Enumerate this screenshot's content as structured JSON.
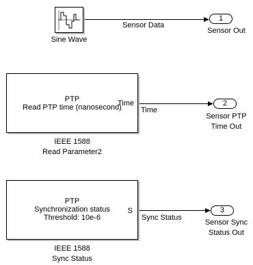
{
  "sine_block": {
    "label": "Sine Wave"
  },
  "signals": {
    "sensor_data": "Sensor Data",
    "time": "Time",
    "sync_status": "Sync Status"
  },
  "outports": [
    {
      "number": "1",
      "label_line1": "Sensor Out",
      "label_line2": ""
    },
    {
      "number": "2",
      "label_line1": "Sensor PTP",
      "label_line2": "Time Out"
    },
    {
      "number": "3",
      "label_line1": "Sensor Sync",
      "label_line2": "Status Out"
    }
  ],
  "ptp_read_block": {
    "title": "PTP",
    "description": "Read PTP time (nanosecond)",
    "port": "Time",
    "caption_line1": "IEEE 1588",
    "caption_line2": "Read Parameter2"
  },
  "ptp_sync_block": {
    "title": "PTP",
    "description_line1": "Synchronization status",
    "description_line2": "Threshold: 10e-6",
    "port": "S",
    "caption_line1": "IEEE 1588",
    "caption_line2": "Sync Status"
  }
}
